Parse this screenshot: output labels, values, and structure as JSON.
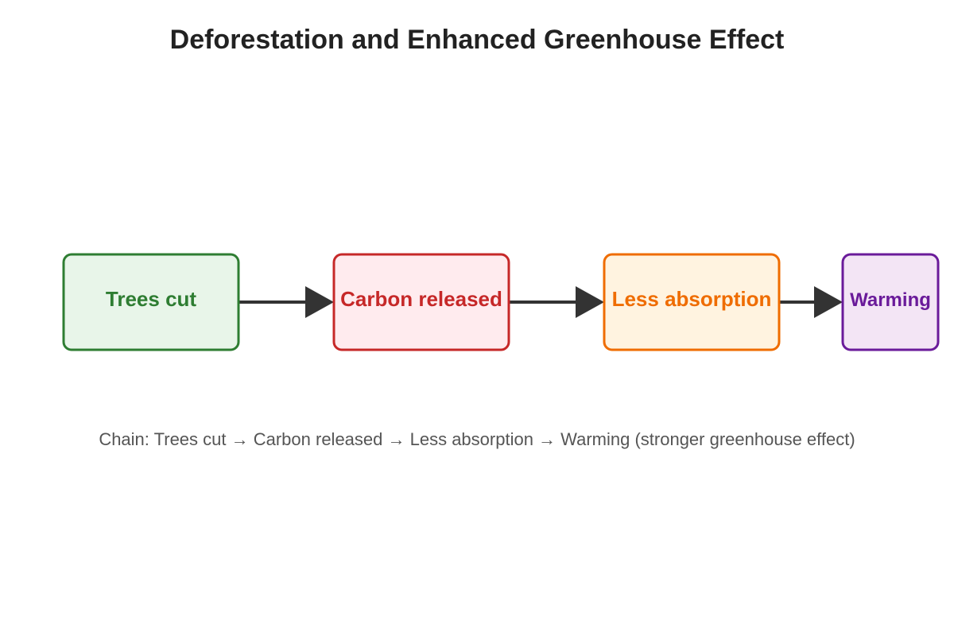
{
  "title": "Deforestation and Enhanced Greenhouse Effect",
  "nodes": [
    {
      "label": "Trees cut",
      "stroke": "#2e7d32",
      "fill": "#e8f5e9",
      "text_color": "#2e7d32"
    },
    {
      "label": "Carbon released",
      "stroke": "#c62828",
      "fill": "#ffebee",
      "text_color": "#c62828"
    },
    {
      "label": "Less absorption",
      "stroke": "#ef6c00",
      "fill": "#fff3e0",
      "text_color": "#ef6c00"
    },
    {
      "label": "Warming",
      "stroke": "#6a1b9a",
      "fill": "#f3e5f5",
      "text_color": "#6a1b9a"
    }
  ],
  "arrow_color": "#333333",
  "caption": "Chain: Trees cut → Carbon released → Less absorption → Warming (stronger greenhouse effect)"
}
